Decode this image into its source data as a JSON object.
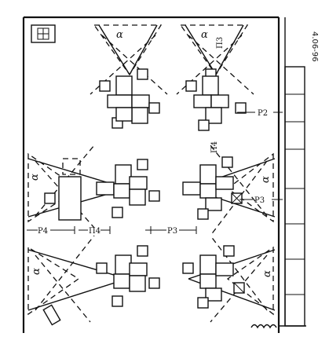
{
  "figure_number": "4.06-96",
  "angle_symbol": "α",
  "labels": {
    "p2": "P2",
    "p3": "P3",
    "p4": "P4",
    "n3": "П3",
    "n4": "П4",
    "n_vert": "П4"
  }
}
